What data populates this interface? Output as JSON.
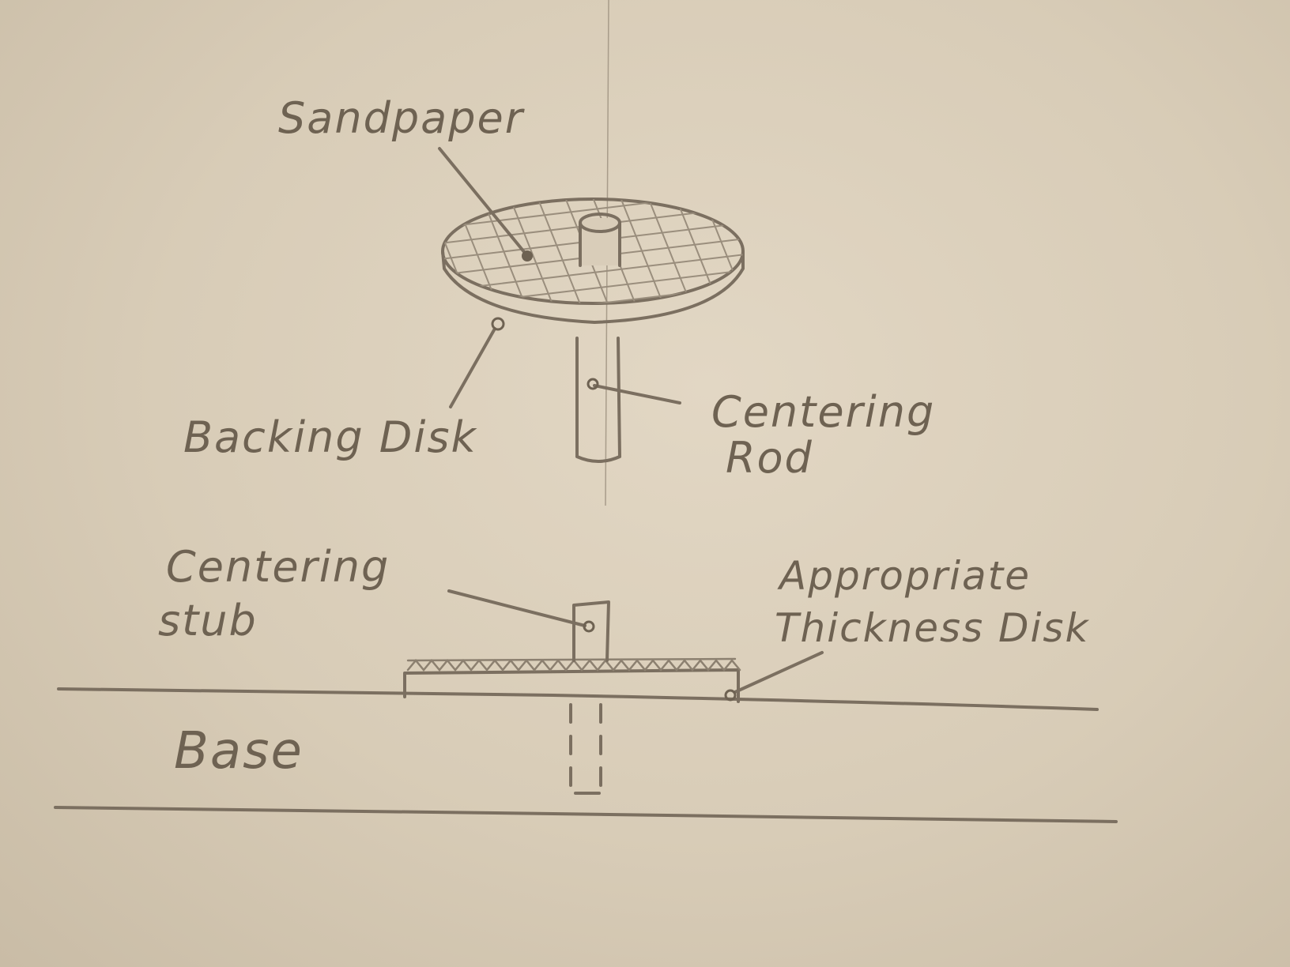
{
  "labels": {
    "sandpaper": "Sandpaper",
    "backing_disk": "Backing Disk",
    "centering_rod_1": "Centering",
    "centering_rod_2": "Rod",
    "centering_stub_1": "Centering",
    "centering_stub_2": "stub",
    "thickness_disk_1": "Appropriate",
    "thickness_disk_2": "Thickness Disk",
    "base": "Base"
  },
  "colors": {
    "paper": "#dcd0bc",
    "pencil": "#7b6f60"
  }
}
